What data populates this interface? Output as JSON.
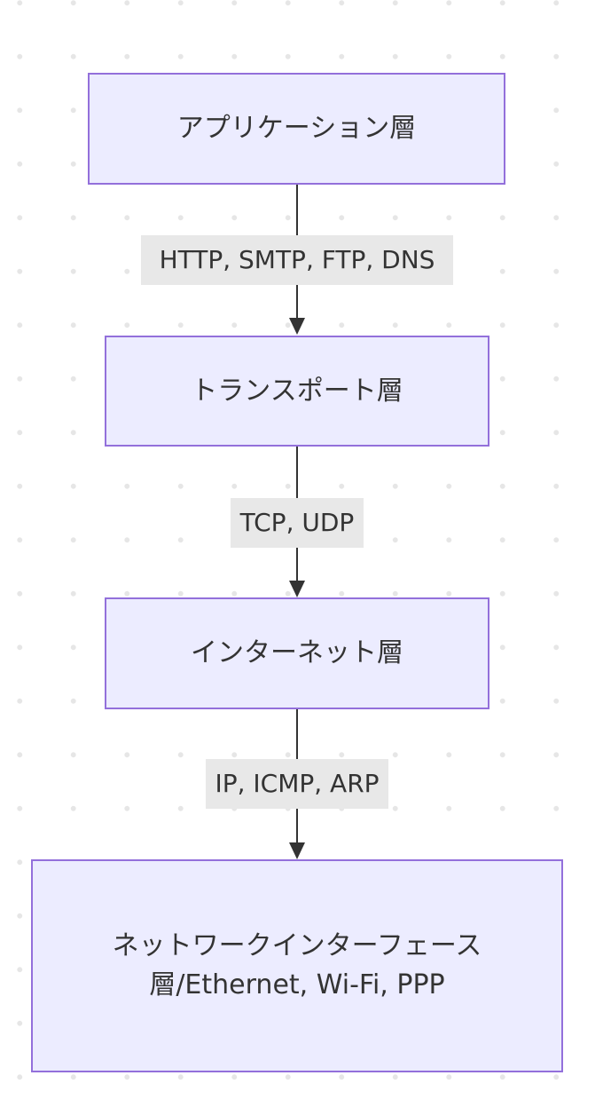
{
  "diagram": {
    "nodes": [
      {
        "id": "application",
        "label": "アプリケーション層"
      },
      {
        "id": "transport",
        "label": "トランスポート層"
      },
      {
        "id": "internet",
        "label": "インターネット層"
      },
      {
        "id": "network_interface",
        "label": "ネットワークインターフェース層/Ethernet, Wi-Fi, PPP"
      }
    ],
    "edges": [
      {
        "from": "application",
        "to": "transport",
        "label": "HTTP, SMTP, FTP, DNS"
      },
      {
        "from": "transport",
        "to": "internet",
        "label": "TCP, UDP"
      },
      {
        "from": "internet",
        "to": "network_interface",
        "label": "IP, ICMP, ARP"
      }
    ],
    "colors": {
      "node_fill": "#ececff",
      "node_border": "#9370db",
      "edge_line": "#333333",
      "edge_label_bg": "#e8e8e8",
      "text": "#333333",
      "background_dots": "#e6e6e6"
    }
  }
}
